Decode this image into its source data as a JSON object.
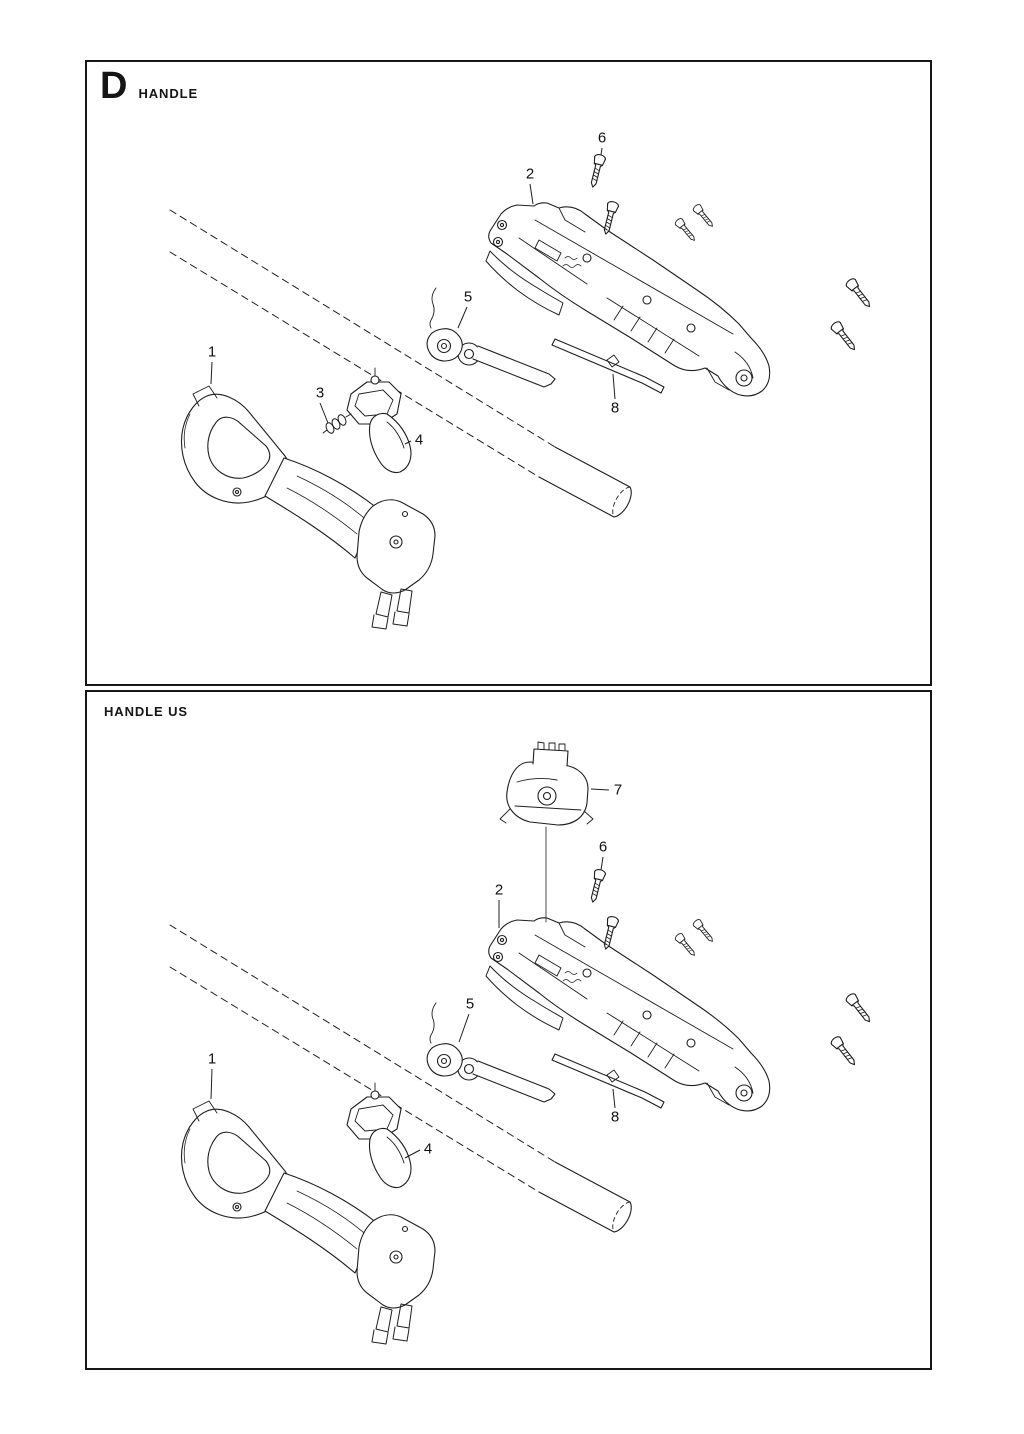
{
  "colors": {
    "ink": "#1f1f1f",
    "background": "#ffffff",
    "border": "#161616"
  },
  "panels": [
    {
      "section_letter": "D",
      "title": "HANDLE",
      "callouts": [
        {
          "label": "6"
        },
        {
          "label": "2"
        },
        {
          "label": "5"
        },
        {
          "label": "1"
        },
        {
          "label": "3"
        },
        {
          "label": "4"
        },
        {
          "label": "8"
        }
      ]
    },
    {
      "title": "HANDLE US",
      "callouts": [
        {
          "label": "7"
        },
        {
          "label": "6"
        },
        {
          "label": "2"
        },
        {
          "label": "5"
        },
        {
          "label": "1"
        },
        {
          "label": "4"
        },
        {
          "label": "8"
        }
      ]
    }
  ]
}
